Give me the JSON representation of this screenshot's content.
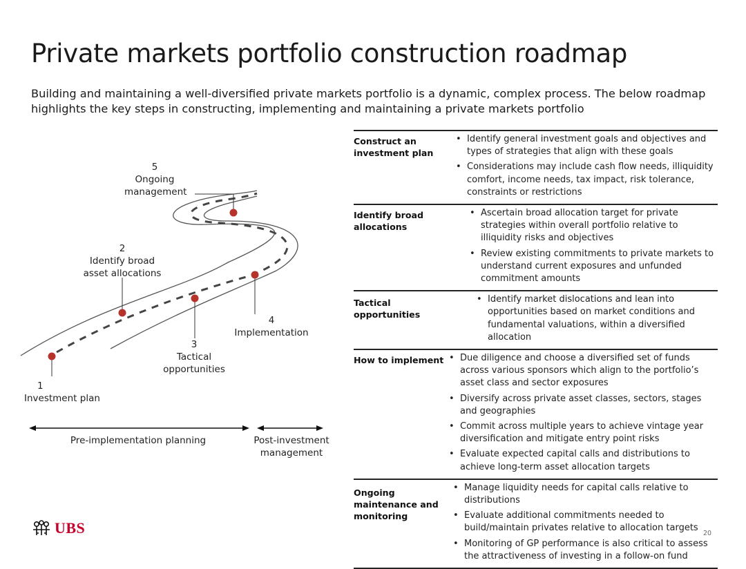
{
  "title": "Private markets portfolio construction roadmap",
  "subtitle": "Building and maintaining a well-diversified private markets portfolio is a dynamic, complex process. The below roadmap highlights the key steps in constructing, implementing and maintaining a private markets portfolio",
  "roadmap": {
    "milestones": [
      {
        "number": "1",
        "label_lines": [
          "Investment plan"
        ]
      },
      {
        "number": "2",
        "label_lines": [
          "Identify broad",
          "asset allocations"
        ]
      },
      {
        "number": "3",
        "label_lines": [
          "Tactical",
          "opportunities"
        ]
      },
      {
        "number": "4",
        "label_lines": [
          "Implementation"
        ]
      },
      {
        "number": "5",
        "label_lines": [
          "Ongoing",
          "management"
        ]
      }
    ],
    "phases": [
      {
        "label": "Pre-implementation planning"
      },
      {
        "label_lines": [
          "Post-investment",
          "management"
        ]
      }
    ],
    "marker_color": "#b5332b"
  },
  "steps": [
    {
      "heading": "Construct an investment plan",
      "bullets": [
        "Identify general investment goals and objectives and types of strategies that align with these goals",
        "Considerations may include cash flow needs, illiquidity comfort, income needs, tax impact, risk tolerance, constraints or restrictions"
      ]
    },
    {
      "heading": "Identify broad allocations",
      "bullets": [
        "Ascertain broad allocation target for private strategies within overall portfolio relative to illiquidity risks and objectives",
        "Review existing commitments to private markets to understand current exposures and unfunded commitment amounts"
      ]
    },
    {
      "heading": "Tactical opportunities",
      "bullets": [
        "Identify market dislocations and lean into opportunities based on market conditions and fundamental valuations, within a diversified allocation"
      ]
    },
    {
      "heading": "How to implement",
      "bullets": [
        "Due diligence and choose a diversified set of funds across various sponsors which align to the portfolio’s asset class and sector exposures",
        "Diversify across private asset classes, sectors, stages and geographies",
        "Commit across multiple years to achieve vintage year diversification and mitigate entry point risks",
        "Evaluate expected capital calls and distributions to achieve long-term asset allocation targets"
      ]
    },
    {
      "heading": "Ongoing maintenance and monitoring",
      "bullets": [
        "Manage liquidity needs for capital calls relative to distributions",
        "Evaluate additional commitments needed to build/maintain privates relative to allocation targets",
        "Monitoring of GP performance is also critical to assess the attractiveness of investing in a follow-on fund"
      ]
    }
  ],
  "footer": {
    "logo_text": "UBS",
    "page_number": "20",
    "brand_color": "#c7002a"
  }
}
